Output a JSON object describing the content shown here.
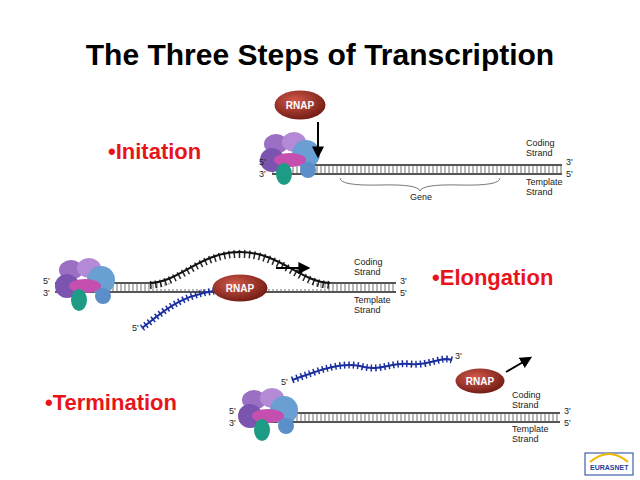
{
  "diagram": {
    "title": "The Three Steps of Transcription",
    "nodes": [
      {
        "text": [
          "RNAP"
        ]
      },
      {
        "text": [
          "RNAP"
        ]
      },
      {
        "text": [
          "RNAP"
        ]
      }
    ],
    "labels": [
      "•Initation",
      "5'",
      "3'",
      "Coding Strand",
      "Template Strand",
      "3'",
      "5'",
      "Gene",
      "•Elongation",
      "5'",
      "3'",
      "Coding Strand",
      "Template Strand",
      "3'",
      "5'",
      "5'",
      "•Termination",
      "5'",
      "3'",
      "5'",
      "3'",
      "Coding Strand",
      "Template Strand",
      "3'",
      "5'",
      "EURASNET"
    ]
  }
}
